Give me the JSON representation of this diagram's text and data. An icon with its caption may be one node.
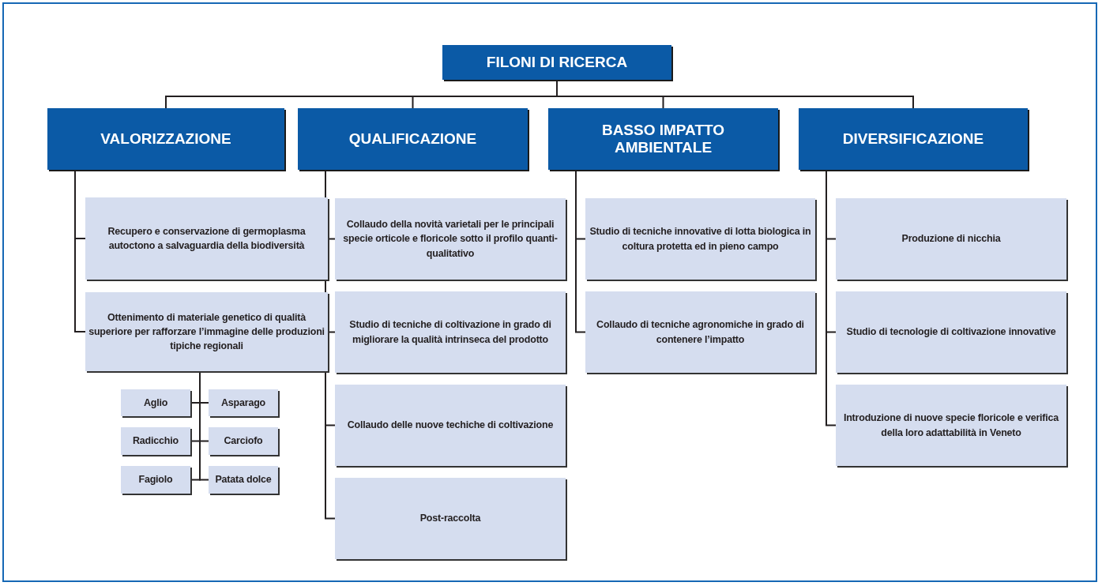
{
  "diagram": {
    "nodes": [
      {
        "text": [
          "FILONI DI RICERCA"
        ]
      },
      {
        "text": [
          "VALORIZZAZIONE"
        ]
      },
      {
        "text": [
          "QUALIFICAZIONE"
        ]
      },
      {
        "text": [
          "BASSO IMPATTO AMBIENTALE"
        ]
      },
      {
        "text": [
          "DIVERSIFICAZIONE"
        ]
      },
      {
        "text": [
          "Recupero e conservazione di germoplasma autoctono a salvaguardia della biodiversità"
        ]
      },
      {
        "text": [
          "Ottenimento di materiale genetico di qualità superiore per rafforzare l’immagine delle produzioni tipiche regionali"
        ]
      },
      {
        "text": [
          "Aglio"
        ]
      },
      {
        "text": [
          "Asparago"
        ]
      },
      {
        "text": [
          "Radicchio"
        ]
      },
      {
        "text": [
          "Carciofo"
        ]
      },
      {
        "text": [
          "Fagiolo"
        ]
      },
      {
        "text": [
          "Patata dolce"
        ]
      },
      {
        "text": [
          "Collaudo della novità varietali per le principali specie orticole e floricole sotto il profilo quanti-qualitativo"
        ]
      },
      {
        "text": [
          "Studio di tecniche di coltivazione in grado di migliorare la qualità intrinseca del prodotto"
        ]
      },
      {
        "text": [
          "Collaudo delle nuove techiche di coltivazione"
        ]
      },
      {
        "text": [
          "Post-raccolta"
        ]
      },
      {
        "text": [
          "Studio di tecniche innovative di lotta biologica in coltura protetta ed in pieno campo"
        ]
      },
      {
        "text": [
          "Collaudo di tecniche agronomiche in grado di contenere l’impatto"
        ]
      },
      {
        "text": [
          "Produzione di nicchia"
        ]
      },
      {
        "text": [
          "Studio di tecnologie di coltivazione innovative"
        ]
      },
      {
        "text": [
          "Introduzione di nuove specie floricole e verifica della loro adattabilità in Veneto"
        ]
      }
    ],
    "edges": [
      {
        "from": 0,
        "to": 1,
        "arrow": "none"
      },
      {
        "from": 0,
        "to": 2,
        "arrow": "none"
      },
      {
        "from": 0,
        "to": 3,
        "arrow": "none"
      },
      {
        "from": 0,
        "to": 4,
        "arrow": "none"
      },
      {
        "from": 1,
        "to": 5,
        "arrow": "none"
      },
      {
        "from": 1,
        "to": 6,
        "arrow": "none"
      },
      {
        "from": 6,
        "to": 7,
        "arrow": "none"
      },
      {
        "from": 6,
        "to": 8,
        "arrow": "none"
      },
      {
        "from": 6,
        "to": 9,
        "arrow": "none"
      },
      {
        "from": 6,
        "to": 10,
        "arrow": "none"
      },
      {
        "from": 6,
        "to": 11,
        "arrow": "none"
      },
      {
        "from": 6,
        "to": 12,
        "arrow": "none"
      },
      {
        "from": 2,
        "to": 13,
        "arrow": "none"
      },
      {
        "from": 2,
        "to": 14,
        "arrow": "none"
      },
      {
        "from": 2,
        "to": 15,
        "arrow": "none"
      },
      {
        "from": 2,
        "to": 16,
        "arrow": "none"
      },
      {
        "from": 3,
        "to": 17,
        "arrow": "none"
      },
      {
        "from": 3,
        "to": 18,
        "arrow": "none"
      },
      {
        "from": 4,
        "to": 19,
        "arrow": "none"
      },
      {
        "from": 4,
        "to": 20,
        "arrow": "none"
      },
      {
        "from": 4,
        "to": 21,
        "arrow": "none"
      }
    ]
  }
}
